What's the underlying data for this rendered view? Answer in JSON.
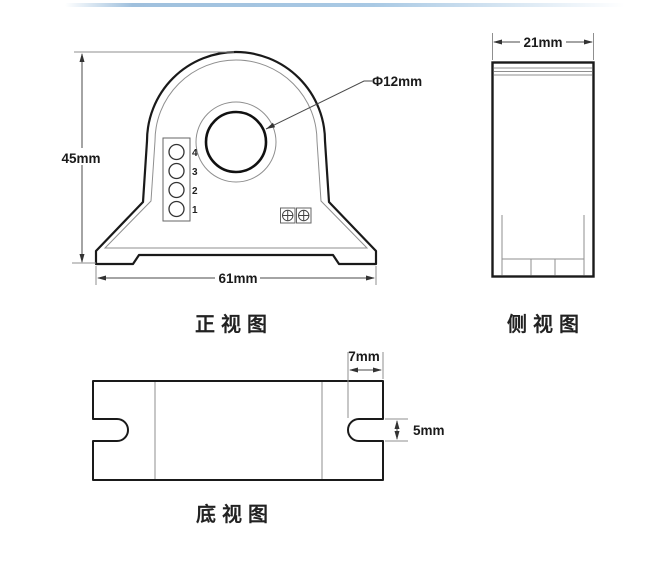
{
  "drawing": {
    "front_view": {
      "title": "正视图",
      "height_label": "45mm",
      "width_label": "61mm",
      "hole_label": "Φ12mm",
      "pins": [
        "4",
        "3",
        "2",
        "1"
      ]
    },
    "side_view": {
      "title": "侧视图",
      "width_label": "21mm"
    },
    "bottom_view": {
      "title": "底视图",
      "slot_depth_label": "7mm",
      "slot_height_label": "5mm"
    }
  },
  "colors": {
    "background": "#ffffff",
    "outline_thick": "#1a1a1a",
    "outline_thin": "#8f8f8f",
    "dimension_line": "#4a4a4a",
    "text": "#1a1a1a",
    "top_band_blue": "#a9c9e4"
  },
  "icons": {
    "screw_head": "phillips-screw"
  }
}
